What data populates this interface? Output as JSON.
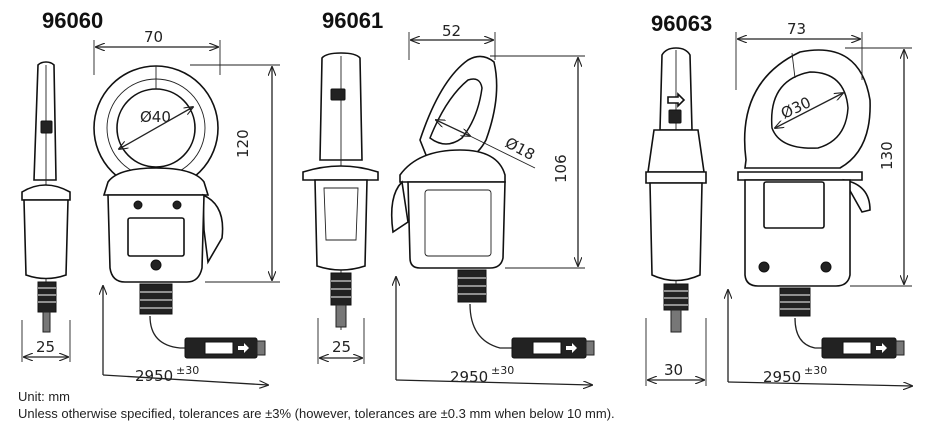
{
  "models": [
    {
      "name": "96060",
      "width": "70",
      "height": "120",
      "jaw": "Ø40",
      "thickness": "25",
      "cable": "2950",
      "cable_tol": "±30"
    },
    {
      "name": "96061",
      "width": "52",
      "height": "106",
      "jaw": "Ø18",
      "thickness": "25",
      "cable": "2950",
      "cable_tol": "±30"
    },
    {
      "name": "96063",
      "width": "73",
      "height": "130",
      "jaw": "Ø30",
      "thickness": "30",
      "cable": "2950",
      "cable_tol": "±30"
    }
  ],
  "footer": {
    "unit": "Unit: mm",
    "tolerance": "Unless otherwise specified, tolerances are ±3% (however, tolerances are ±0.3 mm when below 10 mm)."
  }
}
